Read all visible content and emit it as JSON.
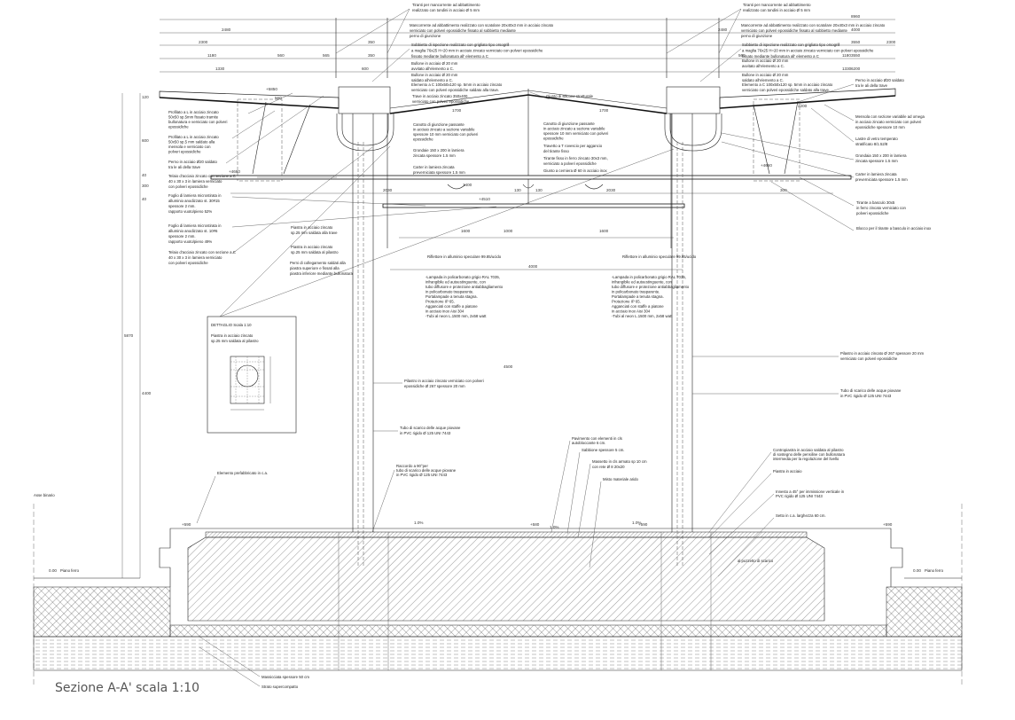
{
  "drawing": {
    "title": "Sezione A-A' scala 1:10",
    "detail_title": "DETTAGLIO Scala 1:10",
    "detail_text": [
      "Piastra in acciaio zincato",
      "sp.25 mm saldata al pilastro"
    ]
  },
  "dimensions": {
    "top": [
      "8960",
      "2480",
      "4000",
      "2300",
      "350",
      "3550",
      "1180",
      "560",
      "565",
      "350",
      "3550",
      "1330",
      "600",
      "6200"
    ],
    "top_right": [
      "2480",
      "2300",
      "1180",
      "560",
      "1330"
    ],
    "roof": [
      "1700",
      "1700",
      "560",
      "2200",
      "2030",
      "2030",
      "4000",
      "1600",
      "1600",
      "300",
      "130",
      "130"
    ],
    "levels": [
      "+4660",
      "+4660",
      "+4510",
      "+5850",
      "+590",
      "+590",
      "+580",
      "+590",
      "0.00",
      "0.00"
    ],
    "slope": [
      "1.0%",
      "1.0%",
      "1.0%"
    ],
    "vertical_left": [
      "120",
      "600",
      "40",
      "300",
      "40",
      "5870",
      "4400"
    ],
    "vertical_center": [
      "1400",
      "4500",
      "1000"
    ]
  },
  "labels": {
    "tiranti_l": [
      "Tiranti per mancorrente ad abbattimento",
      "realizzato con tondini in acciaio Ø 5 mm"
    ],
    "mancorrente_l": [
      "Mancorrente ad abbattimento realizzato con scatolare 20x40x3 mm in acciaio zincato",
      "verniciato con polveri epossidiche fissato al sobbietto mediante",
      "perno di giunzione"
    ],
    "sobbietto_l": [
      "Sobbietto di ispezione realizzato con grigliato tipo orsogrill",
      "a maglia 76x25 H=20 mm in acciaio zincato verniciato con polveri epossidiche",
      "fissato mediante bullonatura all' elemento a C"
    ],
    "bullone1_l": [
      "Bullone in acciaio Ø 20 mm",
      "avvitato all'elemento a C."
    ],
    "bullone2_l": [
      "Bullone in acciaio Ø 20 mm",
      "saldato all'elemento a C."
    ],
    "elementoC_l": [
      "Elemento a C 100x50x120 sp. 5mm in acciaio zincato",
      "verniciato con polveri epossidiche saldato alla trave."
    ],
    "trave": [
      "Trave in acciaio zincato 350x400",
      "verniciato con polveri epossidiche"
    ],
    "giunto_silicone": [
      "Giunto di silicone strutturale"
    ],
    "tiranti_r": [
      "Tiranti per mancorrente ad abbattimento",
      "realizzato con tondini in acciaio Ø 5 mm"
    ],
    "mancorrente_r": [
      "Mancorrente ad abbattimento realizzato con scatolare 20x40x3 mm in acciaio zincato",
      "verniciato con polveri epossidiche fissato al sobbietto mediante",
      "perno di giunzione"
    ],
    "sobbietto_r": [
      "Sobbietto di ispezione realizzato con grigliato tipo orsogrill",
      "a maglia 76x25 H=20 mm in acciaio zincato verniciato con polveri epossidiche",
      "fissato mediante bullonatura all' elemento a C"
    ],
    "bullone1_r": [
      "Bullone in acciaio Ø 20 mm",
      "avvitato all'elemento a C."
    ],
    "bullone2_r": [
      "Bullone in acciaio Ø 20 mm",
      "saldato all'elemento a C."
    ],
    "elementoC_r": [
      "Elemento a C 100x50x120 sp. 5mm in acciaio zincato",
      "verniciato con polveri epossidiche saldato alla trave."
    ],
    "perno_r": [
      "Perno in acciaio Ø20 saldato",
      "tra le ali della trave"
    ],
    "mensola_r": [
      "Mensola con sezione variabile ad omega",
      "in acciaio zincato verniciato con polveri",
      "epossidiche spessore 10 mm"
    ],
    "lastre_r": [
      "Lastre di vetro temperato",
      "stratificato 8/1.52/8"
    ],
    "grondaia_r": [
      "Grondaia 150 x 200 in lamiera",
      "zincata spessore 1.5 mm"
    ],
    "carter_r": [
      "Carter in lamiera zincata",
      "preverniciata spessore 1.5 mm"
    ],
    "tirante_basculo": [
      "Tirante a basculo 30x5",
      "in ferro zincato verniciato con",
      "polveri epossidiche"
    ],
    "blocco": [
      "Blocco per il tirante a basculo in acciaio inox"
    ],
    "canotto_l": [
      "Canotto di giunzione passante",
      "in acciaio zincato a sezione variabile",
      "spessore 10 mm verniciato con polveri",
      "epossidiche"
    ],
    "grondaie_c": [
      "Grondaie 150 x 200 in lamiera",
      "zincata spessore 1.5 mm"
    ],
    "carter_c": [
      "Carter in lamiera zincata",
      "preverniciata spessore 1.5 mm"
    ],
    "canotto_r": [
      "Canotto di giunzione passante",
      "in acciaio zincato a sezione variabile",
      "spessore 10 mm verniciato con polveri",
      "epossidiche"
    ],
    "travetto": [
      "Travetto a T rovescio per aggancio",
      "del tirante fisso"
    ],
    "tirante_fisso": [
      "Tirante fisso in ferro zincato 30x3 mm,",
      "verniciato a polveri epossidiche"
    ],
    "giunto_cerniera": [
      "Giunto a cerniera Ø 60 in acciaio inox"
    ],
    "profilato1": [
      "Profilato a L in acciaio zincato",
      "50x50 sp.5mm fissato tramite",
      "bullonatura e verniciato con polveri",
      "epossidiche"
    ],
    "profilato2": [
      "Profilato a L in acciaio zincato",
      "50x50 sp.5 mm saldato alla",
      "mensola e verniciato con",
      "polveri epossidiche"
    ],
    "perno_l": [
      "Perno in acciaio Ø20 saldato",
      "tra le ali della trave"
    ],
    "telaio1": [
      "Telaio d'acciaio zincato con sezione a C",
      "40 x 30 x 3 in lamiera verniciato",
      "con polveri epossidiche"
    ],
    "foglio1": [
      "Foglio di lamiera microstirata in",
      "alluminio anodizzato st. 30#15",
      "spessore 2 mm.",
      "rapporto vuoto/pieno 52%"
    ],
    "foglio2": [
      "Foglio di lamiera microstirata in",
      "alluminio anodizzato st. 10#6",
      "spessore 2 mm.",
      "rapporto vuoto/pieno 49%"
    ],
    "telaio2": [
      "Telaio d'acciaio zincato con sezione a C",
      "40 x 30 x 3 in lamiera verniciato",
      "con polveri epossidiche"
    ],
    "piastra_trave": [
      "Piastra in acciaio zincato",
      "sp.25 mm saldata alla trave"
    ],
    "piastra_pilastro": [
      "Piastra in acciaio zincato",
      "sp.25 mm saldata al pilastro"
    ],
    "perni_collegamento": [
      "Perni di collegamento saldati alla",
      "piastra superiore e fissati alla",
      "piastra inferiore mediante bullonatura"
    ],
    "riflettore_l": [
      "Riflettore in alluminio speculare 99.85/ucido"
    ],
    "riflettore_r": [
      "Riflettore in alluminio speculare 99.85/ucido"
    ],
    "lampada_l": [
      "-Lampada in policarbonato grigio RAL 7035,",
      " infrangibile ed autoestinguente, con",
      " tubo diffusore e protezione antiabbagliamento",
      " in policarbonato trasparente.",
      " Portalampade a tenuta stagna.",
      " Protezione IP 65.",
      " Agganciati con staffe a piatone",
      " in acciaio inox Aisi 304",
      "-Tubi al neon L.1500 mm, 2x58 watt"
    ],
    "lampada_r": [
      "-Lampada in policarbonato grigio RAL 7035,",
      " infrangibile ed autoestinguente, con",
      " tubo diffusore e protezione antiabbagliamento",
      " in policarbonato trasparente.",
      " Portalampade a tenuta stagna.",
      " Protezione IP 65.",
      " Agganciati con staffe a piatone",
      " in acciaio inox Aisi 304",
      "-Tubi al neon L.1500 mm, 2x58 watt"
    ],
    "pilastro_l": [
      "Pilastro in acciaio zincato verniciato con polveri",
      "epossidiche Ø 267 spessore 20 mm"
    ],
    "tubo_l": [
      "Tubo di scarico delle acque piovane",
      "in PVC rigido Ø 125 UNI 7443"
    ],
    "pilastro_r": [
      "Pilastro in acciaio zincato Ø 267 spessore 20 mm",
      "verniciato con polveri epossidiche"
    ],
    "tubo_r": [
      "Tubo di scarico delle acque piovane",
      "in PVC rigido Ø 125 UNI 7443"
    ],
    "raccordo": [
      "Raccordo a 90°per",
      "tubo di scarico delle acque piovane",
      "in PVC rigido Ø 125 UNI 7443"
    ],
    "elemento_prefabbricato": [
      "Elemento prefabbricato in c.a."
    ],
    "asse_binario": [
      "Asse binario"
    ],
    "piano_ferro_l": [
      "Piano ferro"
    ],
    "piano_ferro_r": [
      "Piano ferro"
    ],
    "pavimento": [
      "Pavimento con elementi in cls",
      "autobloccante 6 cm."
    ],
    "sabbione": [
      "Sabbione spessore 5 cm."
    ],
    "massetto": [
      "Massetto in cls armato sp 10 cm",
      "con rete Ø 8 20x20"
    ],
    "misto": [
      "Misto materiale arido"
    ],
    "contropiastra": [
      "Contropiastra in acciaio saldata al pilastro",
      "di sostegno delle pensiline con bullonatura",
      "intermedia per la regolazione del livello"
    ],
    "piastra_acciaio": [
      "Piastra in acciaio"
    ],
    "innesto": [
      "Innesto a 45° per immissione verticale in",
      "PVC rigido Ø 125 UNI 7443"
    ],
    "setto": [
      "Setto in c.a. larghezza 60 cm."
    ],
    "pozzetto": [
      "al pozzetto di scarico"
    ],
    "massicciata": [
      "Massicciata spessore 50 cm"
    ],
    "strato": [
      "Strato supercompatto"
    ]
  }
}
